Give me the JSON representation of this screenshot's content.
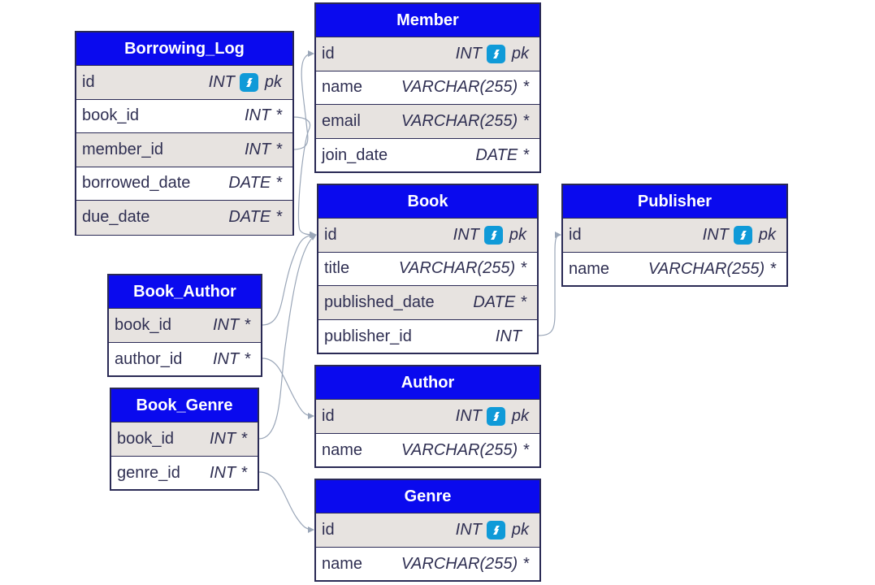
{
  "colors": {
    "header_bg": "#0a0aee",
    "header_text": "#ffffff",
    "row_shaded": "#e7e3e0",
    "border": "#2a2a55",
    "text": "#2f2f52",
    "pk_icon": "#0f9ad8",
    "edge": "#9aa6b8"
  },
  "entities": {
    "borrowing_log": {
      "title": "Borrowing_Log",
      "rows": [
        {
          "name": "id",
          "type": "INT",
          "constraint": "pk",
          "icon": "primary-key-icon"
        },
        {
          "name": "book_id",
          "type": "INT",
          "constraint": "*"
        },
        {
          "name": "member_id",
          "type": "INT",
          "constraint": "*"
        },
        {
          "name": "borrowed_date",
          "type": "DATE",
          "constraint": "*"
        },
        {
          "name": "due_date",
          "type": "DATE",
          "constraint": "*"
        }
      ]
    },
    "member": {
      "title": "Member",
      "rows": [
        {
          "name": "id",
          "type": "INT",
          "constraint": "pk",
          "icon": "primary-key-icon"
        },
        {
          "name": "name",
          "type": "VARCHAR(255)",
          "constraint": "*"
        },
        {
          "name": "email",
          "type": "VARCHAR(255)",
          "constraint": "*"
        },
        {
          "name": "join_date",
          "type": "DATE",
          "constraint": "*"
        }
      ]
    },
    "book": {
      "title": "Book",
      "rows": [
        {
          "name": "id",
          "type": "INT",
          "constraint": "pk",
          "icon": "primary-key-icon"
        },
        {
          "name": "title",
          "type": "VARCHAR(255)",
          "constraint": "*"
        },
        {
          "name": "published_date",
          "type": "DATE",
          "constraint": "*"
        },
        {
          "name": "publisher_id",
          "type": "INT",
          "constraint": ""
        }
      ]
    },
    "publisher": {
      "title": "Publisher",
      "rows": [
        {
          "name": "id",
          "type": "INT",
          "constraint": "pk",
          "icon": "primary-key-icon"
        },
        {
          "name": "name",
          "type": "VARCHAR(255)",
          "constraint": "*"
        }
      ]
    },
    "book_author": {
      "title": "Book_Author",
      "rows": [
        {
          "name": "book_id",
          "type": "INT",
          "constraint": "*"
        },
        {
          "name": "author_id",
          "type": "INT",
          "constraint": "*"
        }
      ]
    },
    "book_genre": {
      "title": "Book_Genre",
      "rows": [
        {
          "name": "book_id",
          "type": "INT",
          "constraint": "*"
        },
        {
          "name": "genre_id",
          "type": "INT",
          "constraint": "*"
        }
      ]
    },
    "author": {
      "title": "Author",
      "rows": [
        {
          "name": "id",
          "type": "INT",
          "constraint": "pk",
          "icon": "primary-key-icon"
        },
        {
          "name": "name",
          "type": "VARCHAR(255)",
          "constraint": "*"
        }
      ]
    },
    "genre": {
      "title": "Genre",
      "rows": [
        {
          "name": "id",
          "type": "INT",
          "constraint": "pk",
          "icon": "primary-key-icon"
        },
        {
          "name": "name",
          "type": "VARCHAR(255)",
          "constraint": "*"
        }
      ]
    }
  },
  "relationships": [
    {
      "from": "Borrowing_Log.book_id",
      "to": "Book.id"
    },
    {
      "from": "Borrowing_Log.member_id",
      "to": "Member.id"
    },
    {
      "from": "Book.publisher_id",
      "to": "Publisher.id"
    },
    {
      "from": "Book_Author.book_id",
      "to": "Book.id"
    },
    {
      "from": "Book_Author.author_id",
      "to": "Author.id"
    },
    {
      "from": "Book_Genre.book_id",
      "to": "Book.id"
    },
    {
      "from": "Book_Genre.genre_id",
      "to": "Genre.id"
    }
  ]
}
